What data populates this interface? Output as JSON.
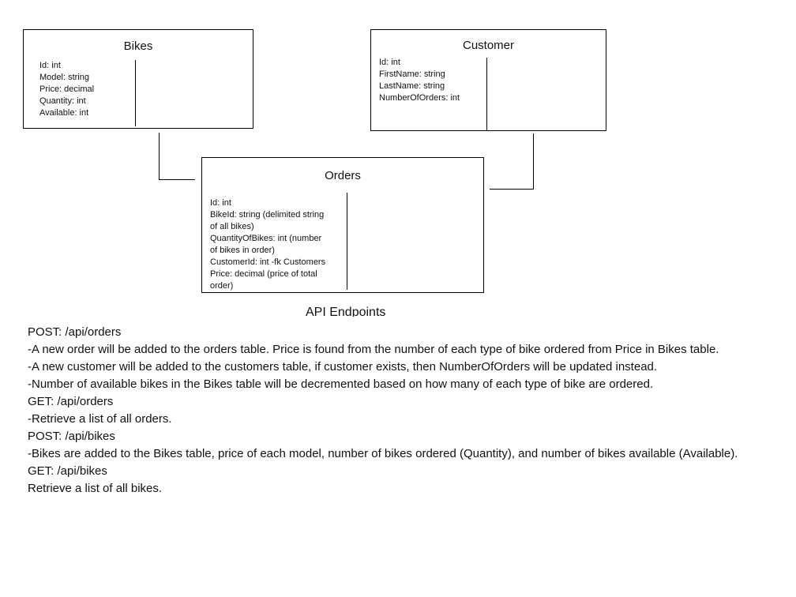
{
  "tables": {
    "bikes": {
      "title": "Bikes",
      "fields": [
        "Id: int",
        "Model: string",
        "Price: decimal",
        "Quantity: int",
        "Available: int"
      ]
    },
    "customer": {
      "title": "Customer",
      "fields": [
        "Id: int",
        "FirstName: string",
        "LastName: string",
        "NumberOfOrders: int"
      ]
    },
    "orders": {
      "title": "Orders",
      "fields": [
        "Id: int",
        "BikeId: string (delimited string",
        "of all bikes)",
        "QuantityOfBikes: int (number",
        "of bikes in order)",
        "CustomerId: int -fk Customers",
        "Price: decimal (price of total",
        "order)"
      ]
    }
  },
  "api": {
    "title": "API Endpoints",
    "lines": [
      "POST: /api/orders",
      "-A new order will be added to the orders table. Price is found from the number of each type of bike ordered from Price in Bikes table.",
      "-A new customer will be added to the customers table, if customer exists, then NumberOfOrders will be updated instead.",
      "-Number of available bikes in the Bikes table will be decremented based on how many of each type of bike are ordered.",
      "GET: /api/orders",
      "-Retrieve a list of all orders.",
      "POST: /api/bikes",
      "-Bikes are added to the Bikes table, price of each model, number of bikes ordered (Quantity), and number of bikes available (Available).",
      "GET: /api/bikes",
      "Retrieve a list of all bikes."
    ]
  }
}
